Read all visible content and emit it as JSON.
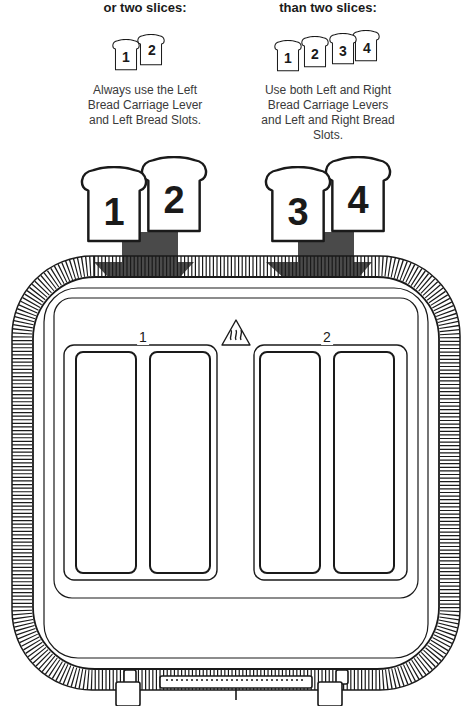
{
  "diagram": {
    "labels": [
      "or two slices:",
      "than two slices:",
      "1",
      "2",
      "1",
      "2",
      "3",
      "4",
      "Always use the Left Bread Carriage Lever and Left Bread Slots.",
      "Use both Left and Right Bread Carriage Levers and Left and Right Bread Slots.",
      "1",
      "2",
      "3",
      "4",
      "1",
      "2"
    ]
  }
}
